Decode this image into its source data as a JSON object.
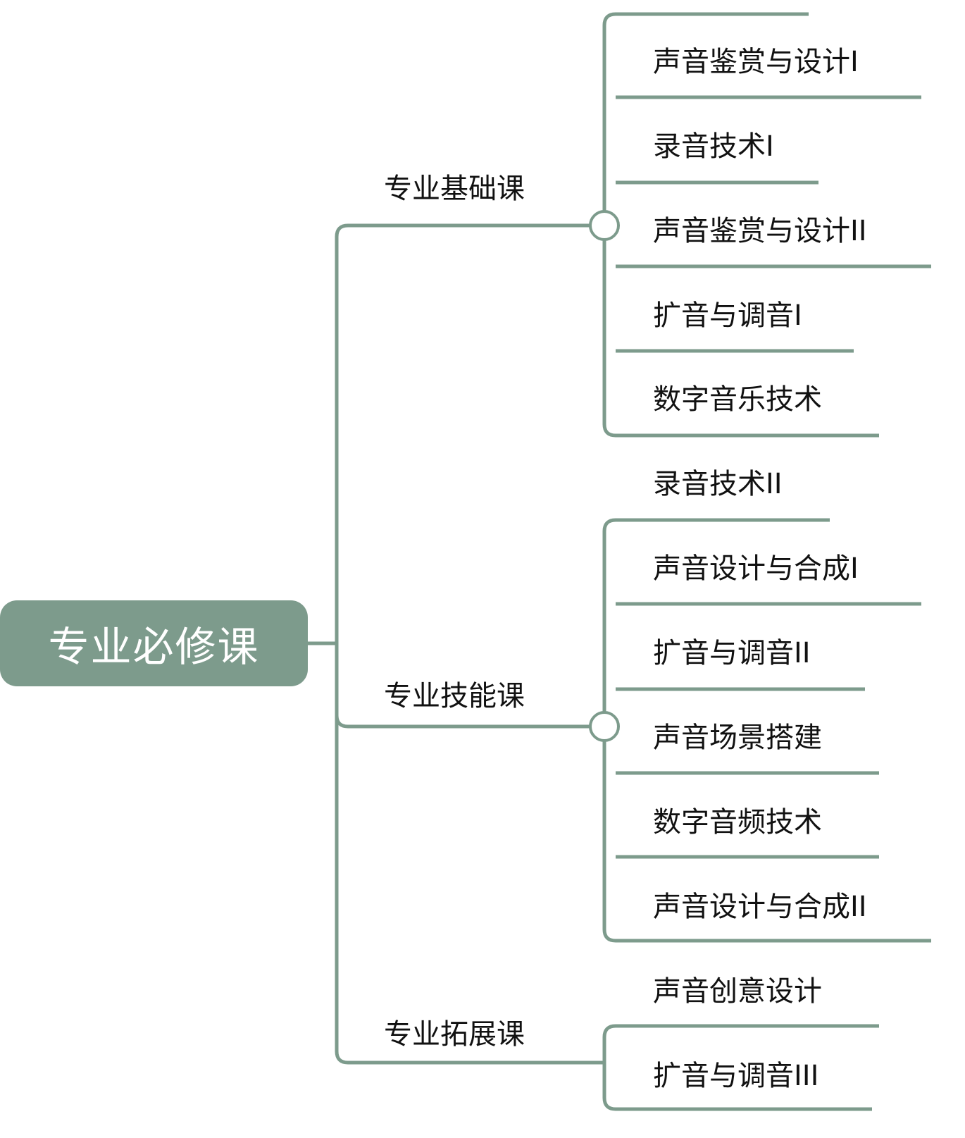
{
  "colors": {
    "line": "#7d9b8c",
    "root_fill": "#7d9b8c",
    "root_text": "#ffffff",
    "label_text": "#111111",
    "background": "#ffffff"
  },
  "root": {
    "label": "专业必修课"
  },
  "branches": [
    {
      "label": "专业基础课",
      "children": [
        {
          "label": "声音鉴赏与设计I"
        },
        {
          "label": "录音技术I"
        },
        {
          "label": "声音鉴赏与设计II"
        },
        {
          "label": "扩音与调音I"
        },
        {
          "label": "数字音乐技术"
        }
      ]
    },
    {
      "label": "专业技能课",
      "children": [
        {
          "label": "录音技术II"
        },
        {
          "label": "声音设计与合成I"
        },
        {
          "label": "扩音与调音II"
        },
        {
          "label": "声音场景搭建"
        },
        {
          "label": "数字音频技术"
        },
        {
          "label": "声音设计与合成II"
        }
      ]
    },
    {
      "label": "专业拓展课",
      "children": [
        {
          "label": "声音创意设计"
        },
        {
          "label": "扩音与调音III"
        }
      ]
    }
  ]
}
